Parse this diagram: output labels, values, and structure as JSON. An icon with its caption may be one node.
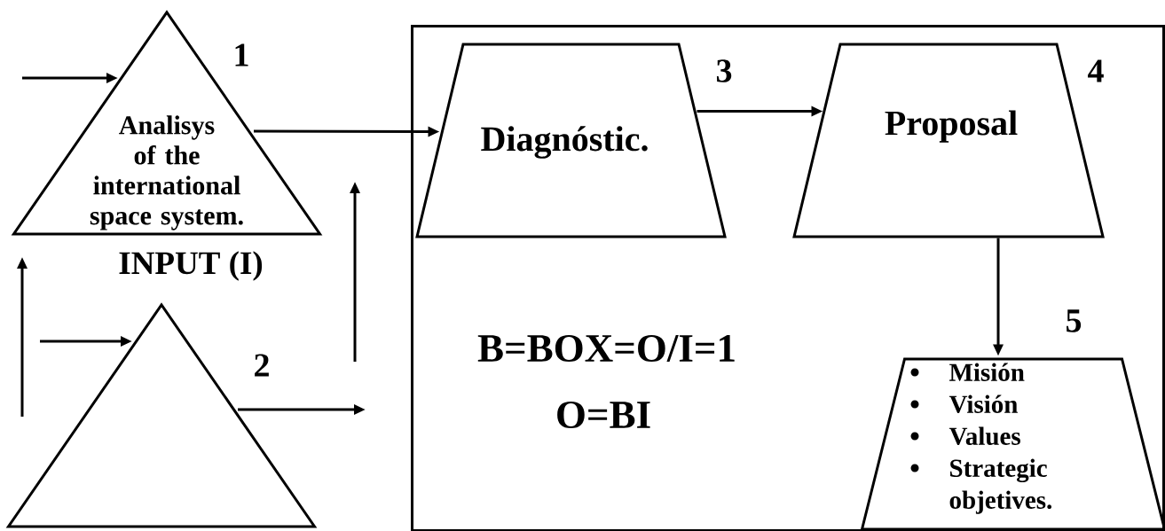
{
  "diagram": {
    "nodes": [
      {
        "text": [
          "Analisys of the international space system."
        ],
        "beside": [
          "1"
        ]
      },
      {
        "text": [],
        "shape": "triangle",
        "beside": [
          "2"
        ]
      },
      {
        "text": [
          "B=BOX=O/I=1",
          "O=BI"
        ]
      },
      {
        "text": [
          "Diagnóstic."
        ],
        "in": 2,
        "beside": [
          "3"
        ]
      },
      {
        "text": [
          "Proposal"
        ],
        "in": 2,
        "beside": [
          "4"
        ]
      },
      {
        "text": [
          "Misión",
          "Visión",
          "Values",
          "Strategic objetives."
        ],
        "in": 2,
        "beside": [
          "5"
        ]
      }
    ],
    "edges": [
      {
        "from": null,
        "to": 0,
        "arrow": "to"
      },
      {
        "from": null,
        "to": 1,
        "arrow": "to"
      },
      {
        "from": 0,
        "to": 3,
        "arrow": "to"
      },
      {
        "from": 3,
        "to": 4,
        "arrow": "to"
      },
      {
        "from": 4,
        "to": 5,
        "arrow": "to"
      },
      {
        "from": 1,
        "to": null,
        "arrow": "to"
      }
    ],
    "labels": [
      "INPUT (I)"
    ]
  }
}
